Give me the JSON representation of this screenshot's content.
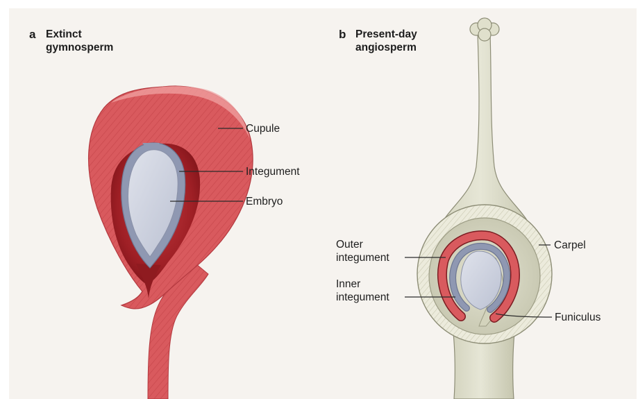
{
  "panels": {
    "a": {
      "letter": "a",
      "title_line1": "Extinct",
      "title_line2": "gymnosperm"
    },
    "b": {
      "letter": "b",
      "title_line1": "Present-day",
      "title_line2": "angiosperm"
    }
  },
  "labels": {
    "cupule": "Cupule",
    "integument": "Integument",
    "embryo": "Embryo",
    "outer_integument_line1": "Outer",
    "outer_integument_line2": "integument",
    "inner_integument_line1": "Inner",
    "inner_integument_line2": "integument",
    "carpel": "Carpel",
    "funiculus": "Funiculus"
  },
  "colors": {
    "background": "#f6f3ef",
    "cupule_red": "#d95a5e",
    "cupule_dark": "#a8262c",
    "integument_gray": "#8f98b2",
    "embryo_light": "#c9cedc",
    "carpel_green": "#d9d9c6",
    "carpel_outline": "#8d8d76"
  }
}
